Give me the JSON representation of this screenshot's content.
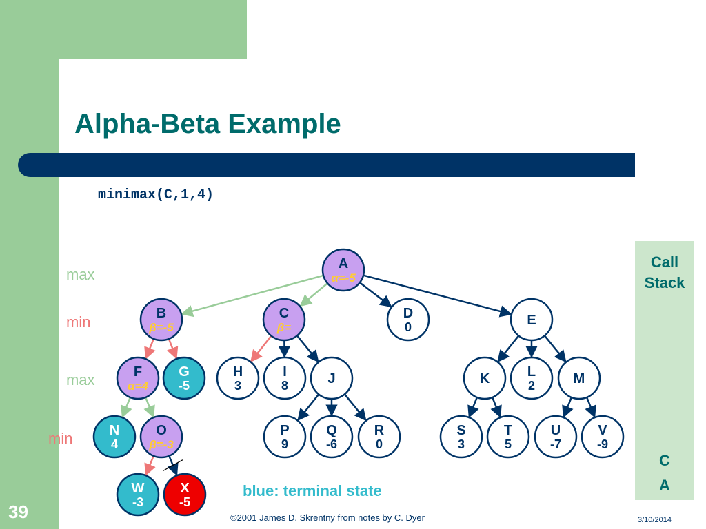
{
  "slide": {
    "title": "Alpha-Beta Example",
    "code": "minimax(C,1,4)",
    "legend": "blue: terminal state",
    "number": "39",
    "footer": "©2001 James D. Skrentny from notes by C. Dyer",
    "date": "3/10/2014"
  },
  "call_stack": {
    "title_line1": "Call",
    "title_line2": "Stack",
    "items": [
      "C",
      "A"
    ]
  },
  "level_labels": [
    {
      "id": "level-0",
      "text": "max",
      "type": "max"
    },
    {
      "id": "level-1",
      "text": "min",
      "type": "min"
    },
    {
      "id": "level-2",
      "text": "max",
      "type": "max"
    },
    {
      "id": "level-3",
      "text": "min",
      "type": "min"
    }
  ],
  "colors": {
    "purple_node": "#c8a0f0",
    "white_node": "#ffffff",
    "cut_node": "#ee0000",
    "terminal_node": "#33bbcc",
    "edge_default": "#003366",
    "edge_max": "#99cc99",
    "edge_min": "#ee7777",
    "max_label": "#99cc99",
    "min_label": "#ee7777"
  },
  "nodes": [
    {
      "id": "A",
      "label": "A",
      "value": "α=-5",
      "fill": "purple"
    },
    {
      "id": "B",
      "label": "B",
      "value": "β=-5",
      "fill": "purple"
    },
    {
      "id": "C",
      "label": "C",
      "value": "β=",
      "fill": "purple"
    },
    {
      "id": "D",
      "label": "D",
      "value": "0",
      "fill": "white"
    },
    {
      "id": "E",
      "label": "E",
      "value": "",
      "fill": "white"
    },
    {
      "id": "F",
      "label": "F",
      "value": "α=4",
      "fill": "purple"
    },
    {
      "id": "G",
      "label": "G",
      "value": "-5",
      "fill": "terminal"
    },
    {
      "id": "H",
      "label": "H",
      "value": "3",
      "fill": "white"
    },
    {
      "id": "I",
      "label": "I",
      "value": "8",
      "fill": "white"
    },
    {
      "id": "J",
      "label": "J",
      "value": "",
      "fill": "white"
    },
    {
      "id": "K",
      "label": "K",
      "value": "",
      "fill": "white"
    },
    {
      "id": "L",
      "label": "L",
      "value": "2",
      "fill": "white"
    },
    {
      "id": "M",
      "label": "M",
      "value": "",
      "fill": "white"
    },
    {
      "id": "N",
      "label": "N",
      "value": "4",
      "fill": "terminal"
    },
    {
      "id": "O",
      "label": "O",
      "value": "β=-3",
      "fill": "purple"
    },
    {
      "id": "P",
      "label": "P",
      "value": "9",
      "fill": "white"
    },
    {
      "id": "Q",
      "label": "Q",
      "value": "-6",
      "fill": "white"
    },
    {
      "id": "R",
      "label": "R",
      "value": "0",
      "fill": "white"
    },
    {
      "id": "S",
      "label": "S",
      "value": "3",
      "fill": "white"
    },
    {
      "id": "T",
      "label": "T",
      "value": "5",
      "fill": "white"
    },
    {
      "id": "U",
      "label": "U",
      "value": "-7",
      "fill": "white"
    },
    {
      "id": "V",
      "label": "V",
      "value": "-9",
      "fill": "white"
    },
    {
      "id": "W",
      "label": "W",
      "value": "-3",
      "fill": "terminal"
    },
    {
      "id": "X",
      "label": "X",
      "value": "-5",
      "fill": "cut"
    }
  ],
  "edges": [
    {
      "from": "A",
      "to": "B",
      "style": "max"
    },
    {
      "from": "A",
      "to": "C",
      "style": "max"
    },
    {
      "from": "A",
      "to": "D",
      "style": "default"
    },
    {
      "from": "A",
      "to": "E",
      "style": "default"
    },
    {
      "from": "B",
      "to": "F",
      "style": "min"
    },
    {
      "from": "B",
      "to": "G",
      "style": "min"
    },
    {
      "from": "C",
      "to": "H",
      "style": "min"
    },
    {
      "from": "C",
      "to": "I",
      "style": "default"
    },
    {
      "from": "C",
      "to": "J",
      "style": "default"
    },
    {
      "from": "F",
      "to": "N",
      "style": "max"
    },
    {
      "from": "F",
      "to": "O",
      "style": "max"
    },
    {
      "from": "J",
      "to": "P",
      "style": "default"
    },
    {
      "from": "J",
      "to": "Q",
      "style": "default"
    },
    {
      "from": "J",
      "to": "R",
      "style": "default"
    },
    {
      "from": "E",
      "to": "K",
      "style": "default"
    },
    {
      "from": "E",
      "to": "L",
      "style": "default"
    },
    {
      "from": "E",
      "to": "M",
      "style": "default"
    },
    {
      "from": "K",
      "to": "S",
      "style": "default"
    },
    {
      "from": "K",
      "to": "T",
      "style": "default"
    },
    {
      "from": "M",
      "to": "U",
      "style": "default"
    },
    {
      "from": "M",
      "to": "V",
      "style": "default"
    },
    {
      "from": "O",
      "to": "W",
      "style": "min"
    },
    {
      "from": "O",
      "to": "X",
      "style": "pruned"
    }
  ]
}
